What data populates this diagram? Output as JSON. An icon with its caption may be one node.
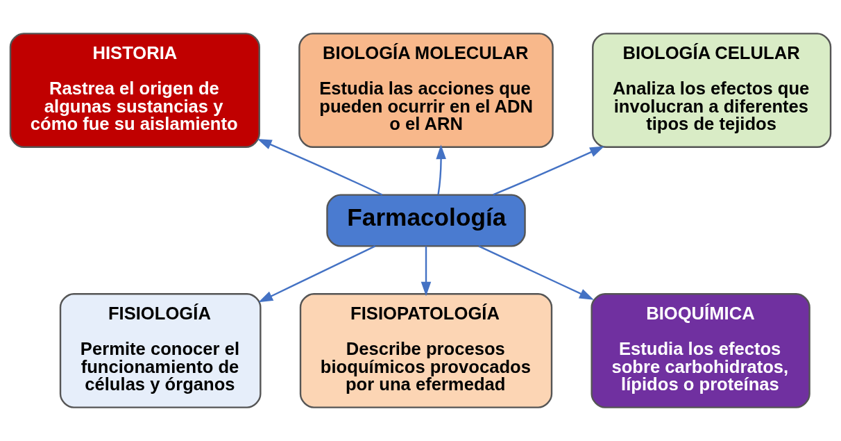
{
  "diagram": {
    "nodes": [
      {
        "text": [
          "HISTORIA",
          "Rastrea el origen de algunas sustancias y cómo fue su aislamiento"
        ]
      },
      {
        "text": [
          "BIOLOGÍA MOLECULAR",
          "Estudia las acciones que pueden ocurrir en el ADN o el ARN"
        ]
      },
      {
        "text": [
          "BIOLOGÍA CELULAR",
          "Analiza los efectos que involucran a diferentes tipos de tejidos"
        ]
      },
      {
        "text": [
          "Farmacología"
        ]
      },
      {
        "text": [
          "FISIOLOGÍA",
          "Permite conocer el funcionamiento de células y órganos"
        ]
      },
      {
        "text": [
          "FISIOPATOLOGÍA",
          "Describe procesos bioquímicos provocados por una efermedad"
        ]
      },
      {
        "text": [
          "BIOQUÍMICA",
          "Estudia los efectos sobre carbohidratos, lípidos o proteínas"
        ]
      }
    ],
    "edges": [
      {
        "from": 3,
        "to": 0,
        "arrow": "to"
      },
      {
        "from": 3,
        "to": 1,
        "arrow": "to"
      },
      {
        "from": 3,
        "to": 2,
        "arrow": "to"
      },
      {
        "from": 3,
        "to": 4,
        "arrow": "to"
      },
      {
        "from": 3,
        "to": 5,
        "arrow": "to"
      },
      {
        "from": 3,
        "to": 6,
        "arrow": "to"
      }
    ]
  }
}
